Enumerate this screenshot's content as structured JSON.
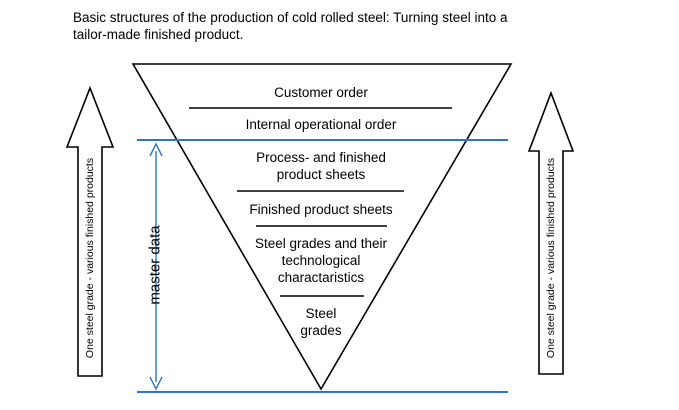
{
  "title": {
    "line1": "Basic structures of the production of cold rolled steel: Turning steel into a",
    "line2": "tailor-made finished  product."
  },
  "pyramid": {
    "layers": [
      {
        "lines": [
          "Customer order"
        ]
      },
      {
        "lines": [
          "Internal operational order"
        ]
      },
      {
        "lines": [
          "Process- and finished",
          "product sheets"
        ]
      },
      {
        "lines": [
          "Finished product sheets"
        ]
      },
      {
        "lines": [
          "Steel grades and their",
          "technological",
          "charactaristics"
        ]
      },
      {
        "lines": [
          "Steel",
          "grades"
        ]
      }
    ]
  },
  "master_data_label": "master data",
  "side_arrows": {
    "left_label": "One steel grade  -  various finished products",
    "right_label": "One steel grade  -  various finished products"
  },
  "colors": {
    "separator_line": "#2e75c9",
    "master_data_arrow": "#2e75c9",
    "outline": "#000000"
  }
}
